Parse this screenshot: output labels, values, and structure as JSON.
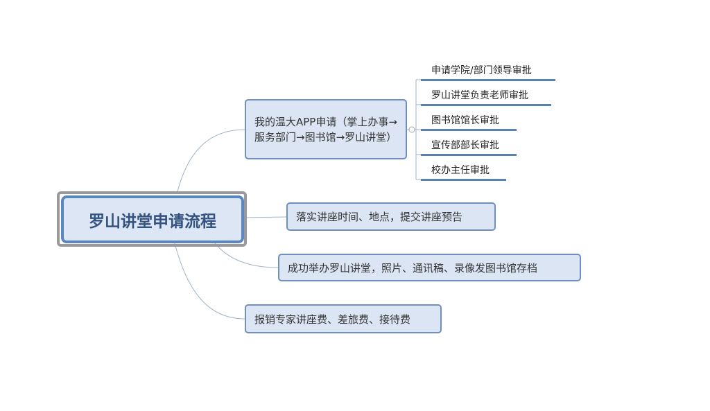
{
  "root": {
    "label": "罗山讲堂申请流程"
  },
  "branches": [
    {
      "label": "我的温大APP申请（掌上办事→服务部门→图书馆→罗山讲堂）",
      "children": [
        "申请学院/部门领导审批",
        "罗山讲堂负责老师审批",
        "图书馆馆长审批",
        "宣传部部长审批",
        "校办主任审批"
      ]
    },
    {
      "label": "落实讲座时间、地点，提交讲座预告"
    },
    {
      "label": "成功举办罗山讲堂，照片、通讯稿、录像发图书馆存档"
    },
    {
      "label": "报销专家讲座费、差旅费、接待费"
    }
  ],
  "colors": {
    "node_fill": "#dbe5f3",
    "node_border": "#6f8fbf",
    "root_text": "#34527f",
    "connector": "#9fb3c8"
  }
}
